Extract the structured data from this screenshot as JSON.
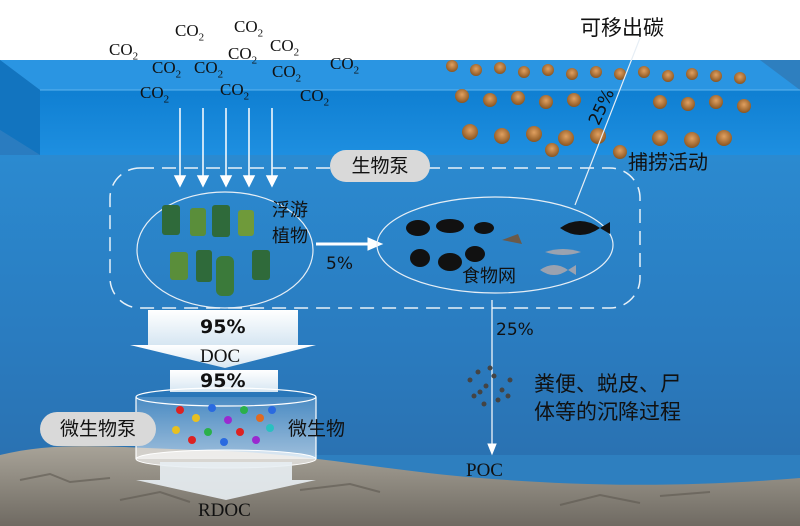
{
  "co2": {
    "base": "CO",
    "sub": "2"
  },
  "labels": {
    "removable_carbon": "可移出碳",
    "fishing": "捕捞活动",
    "biological_pump": "生物泵",
    "phytoplankton_line1": "浮游",
    "phytoplankton_line2": "植物",
    "pct_5": "5%",
    "food_web": "食物网",
    "pct_25_fishing": "25%",
    "pct_25_poc": "25%",
    "pct_95_first": "95%",
    "doc": "DOC",
    "pct_95_second": "95%",
    "microbial_pump": "微生物泵",
    "microbes": "微生物",
    "sinking_line1": "粪便、蜕皮、尸",
    "sinking_line2": "体等的沉降过程",
    "poc": "POC",
    "rdoc": "RDOC"
  },
  "colors": {
    "sea_surface": "#1a86d6",
    "sea_deep": "#2e7fbf",
    "sky": "#ffffff",
    "seafloor": "#8f8a80",
    "phytoplankton": "#4a7f3a",
    "fish_catch": "#b8772e",
    "pill": "#d9d9d9"
  }
}
